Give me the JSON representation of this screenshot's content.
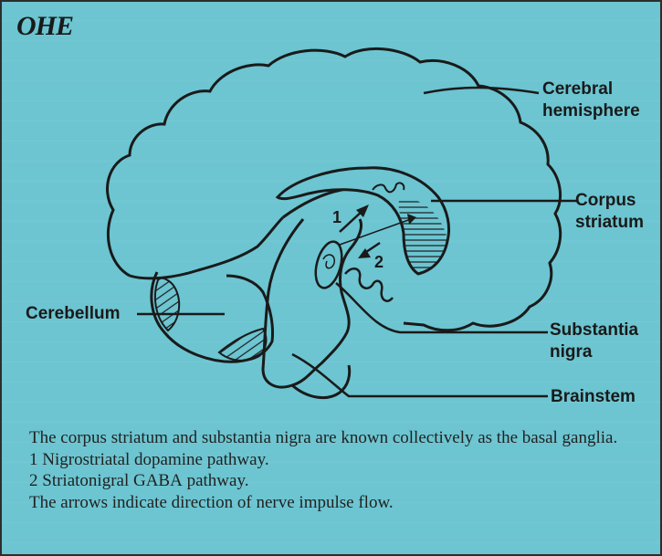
{
  "logo": {
    "text": "OHE"
  },
  "labels": {
    "cerebral_hemisphere": [
      "Cerebral",
      "hemisphere"
    ],
    "corpus_striatum": [
      "Corpus",
      "striatum"
    ],
    "cerebellum": "Cerebellum",
    "substantia_nigra": [
      "Substantia",
      "nigra"
    ],
    "brainstem": "Brainstem"
  },
  "pathway_numbers": {
    "one": "1",
    "two": "2"
  },
  "caption": {
    "line1": "The corpus striatum and substantia nigra are known collectively as the basal ganglia.",
    "item1": "1 Nigrostriatal dopamine pathway.",
    "item2_num": "2 Striatonigral ",
    "item2_abbr": "GABA",
    "item2_rest": " pathway.",
    "line4": "The arrows indicate direction of nerve impulse flow."
  },
  "colors": {
    "background": "#6cc5d1",
    "ink": "#1a1a1a"
  }
}
